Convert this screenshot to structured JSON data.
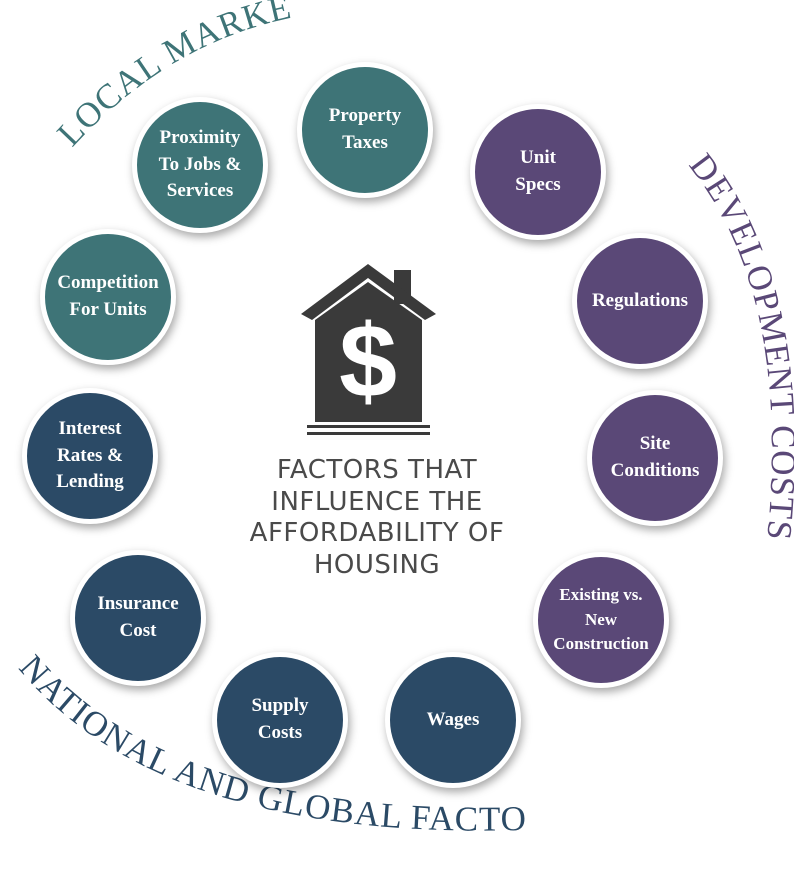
{
  "title": "FACTORS THAT\nINFLUENCE THE\nAFFORDABILITY OF\nHOUSING",
  "groups": {
    "local": {
      "label": "LOCAL MARKET",
      "color": "#3e7477"
    },
    "development": {
      "label": "DEVELOPMENT COSTS",
      "color": "#5a4877"
    },
    "national": {
      "label": "NATIONAL AND GLOBAL FACTORS",
      "color": "#2b4a66"
    }
  },
  "factors": [
    {
      "label": "Property\nTaxes",
      "group": "local"
    },
    {
      "label": "Unit\nSpecs",
      "group": "development"
    },
    {
      "label": "Regulations",
      "group": "development"
    },
    {
      "label": "Site\nConditions",
      "group": "development"
    },
    {
      "label": "Existing vs.\nNew\nConstruction",
      "group": "development"
    },
    {
      "label": "Wages",
      "group": "national"
    },
    {
      "label": "Supply\nCosts",
      "group": "national"
    },
    {
      "label": "Insurance\nCost",
      "group": "national"
    },
    {
      "label": "Interest\nRates &\nLending",
      "group": "national"
    },
    {
      "label": "Competition\nFor Units",
      "group": "local"
    },
    {
      "label": "Proximity\nTo Jobs &\nServices",
      "group": "local"
    }
  ],
  "icons": {
    "center": "house-dollar-icon"
  },
  "colors": {
    "icon": "#3a3a3a",
    "title_text": "#4a4a4a"
  }
}
